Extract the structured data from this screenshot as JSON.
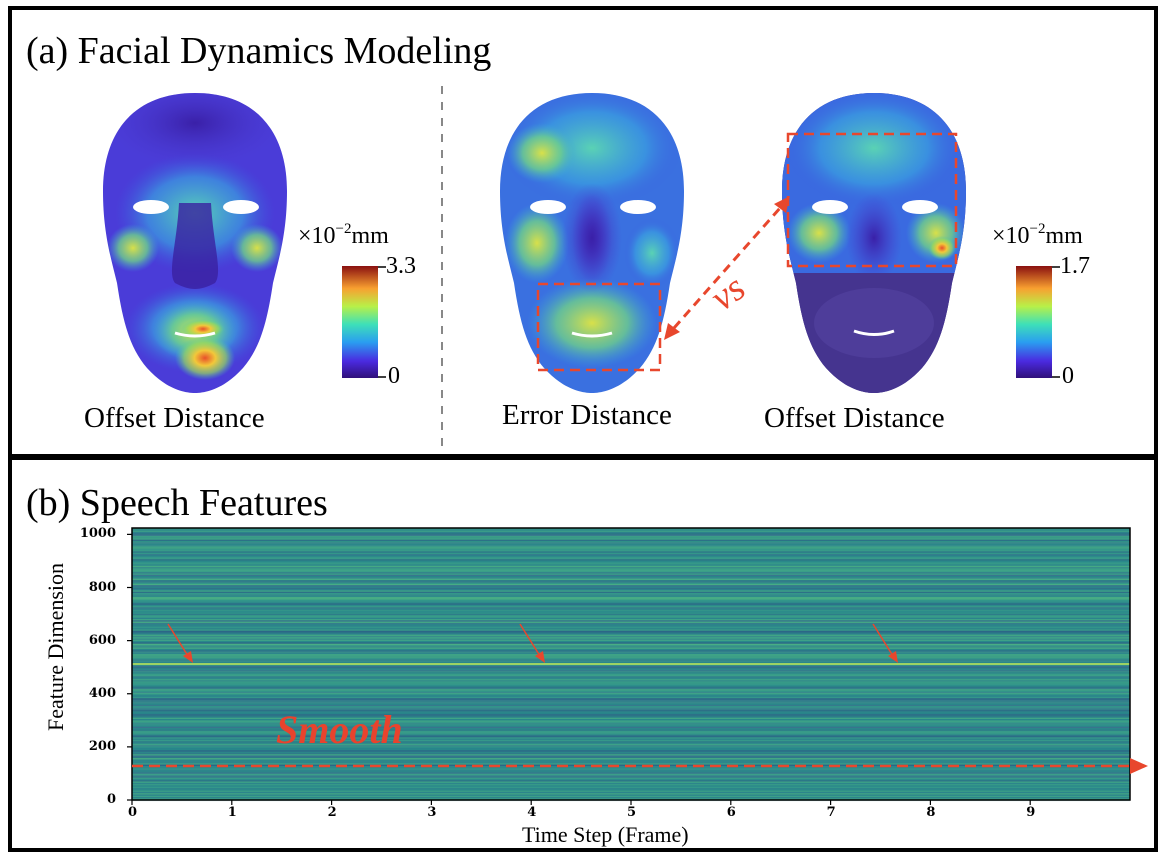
{
  "panel_a": {
    "title": "(a) Facial Dynamics Modeling",
    "faces": [
      {
        "caption": "Offset Distance"
      },
      {
        "caption": "Error Distance"
      },
      {
        "caption": "Offset Distance"
      }
    ],
    "colorbar_left": {
      "unit_prefix": "×10",
      "unit_exp": "−2",
      "unit_suffix": "mm",
      "max": "3.3",
      "min": "0"
    },
    "colorbar_right": {
      "unit_prefix": "×10",
      "unit_exp": "−2",
      "unit_suffix": "mm",
      "max": "1.7",
      "min": "0"
    },
    "comparison_label": "vs"
  },
  "panel_b": {
    "title": "(b) Speech Features",
    "annotation": "Smooth",
    "chart_data": {
      "type": "heatmap",
      "xlabel": "Time Step (Frame)",
      "ylabel": "Feature Dimension",
      "xlim": [
        0,
        10
      ],
      "ylim": [
        0,
        1024
      ],
      "x_ticks": [
        "0",
        "1",
        "2",
        "3",
        "4",
        "5",
        "6",
        "7",
        "8",
        "9"
      ],
      "y_ticks": [
        "0",
        "200",
        "400",
        "600",
        "800",
        "1000"
      ],
      "highlighted_feature_band": 512
    }
  },
  "colors": {
    "accent": "#e8472d",
    "heatmap_base": "#2f8f8a"
  }
}
